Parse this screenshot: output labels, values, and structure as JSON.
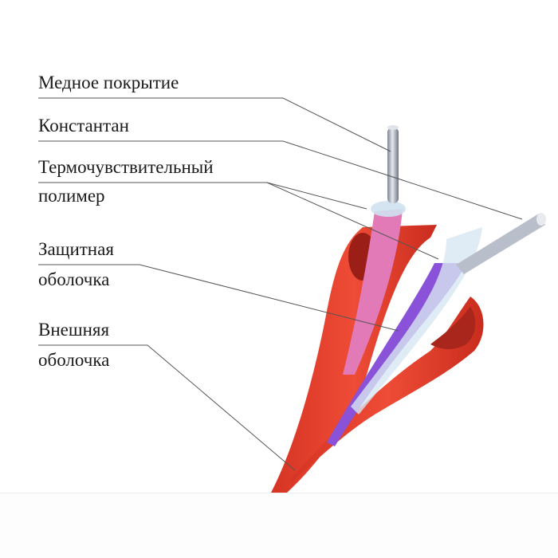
{
  "labels": {
    "copper": "Медное покрытие",
    "constantan": "Константан",
    "polymer_line1": "Термочувствительный",
    "polymer_line2": "полимер",
    "protective_line1": "Защитная",
    "protective_line2": "оболочка",
    "outer_line1": "Внешняя",
    "outer_line2": "оболочка"
  },
  "colors": {
    "outer_sheath": "#e8412f",
    "polymer": "#e27ab8",
    "protective": "#8a52d8",
    "wire": "#b9bfca"
  }
}
